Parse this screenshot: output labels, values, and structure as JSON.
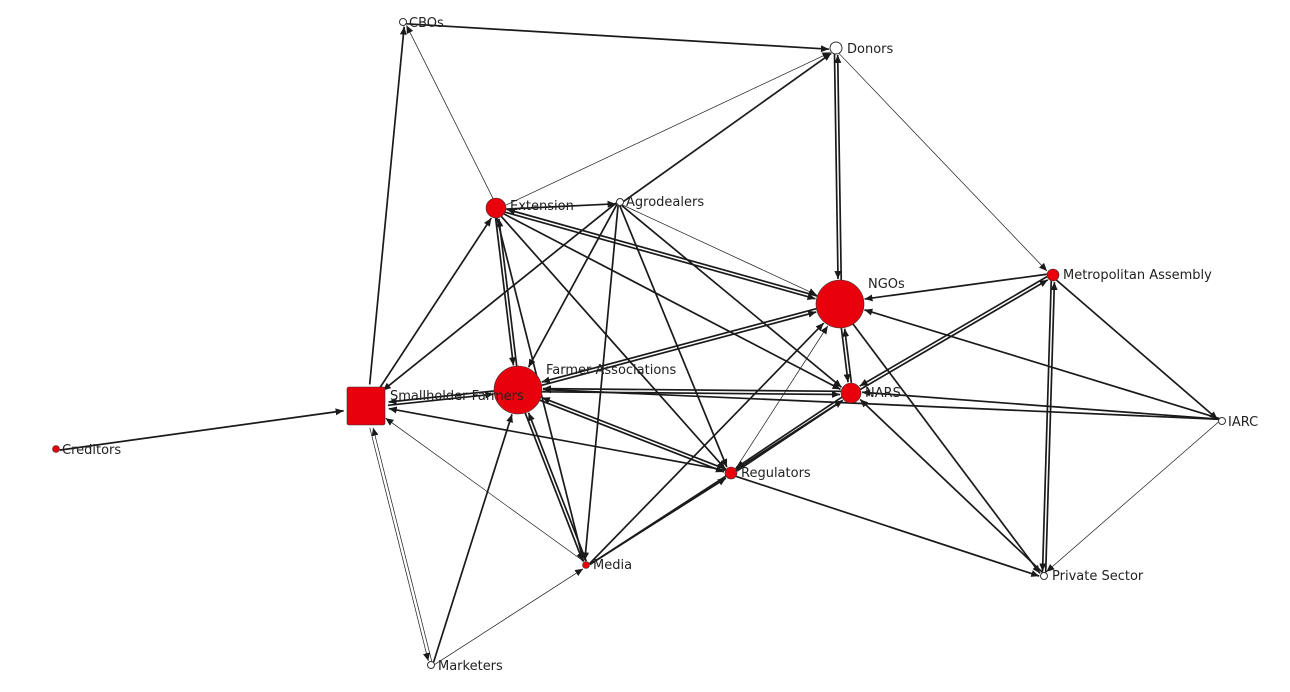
{
  "network": {
    "colors": {
      "active": "#e8000d",
      "edge": "#1a1a1a",
      "outline": "#333333",
      "hollow": "#ffffff"
    },
    "nodes": [
      {
        "id": "cbos",
        "label": "CBOs",
        "shape": "circle",
        "size": "tiny",
        "fill": "hollow"
      },
      {
        "id": "donors",
        "label": "Donors",
        "shape": "circle",
        "size": "small",
        "fill": "hollow"
      },
      {
        "id": "extension",
        "label": "Extension",
        "shape": "circle",
        "size": "medium",
        "fill": "active"
      },
      {
        "id": "agrodealers",
        "label": "Agrodealers",
        "shape": "circle",
        "size": "tiny",
        "fill": "hollow"
      },
      {
        "id": "ngos",
        "label": "NGOs",
        "shape": "circle",
        "size": "large",
        "fill": "active"
      },
      {
        "id": "metro",
        "label": "Metropolitan Assembly",
        "shape": "circle",
        "size": "small",
        "fill": "active"
      },
      {
        "id": "farmer_assoc",
        "label": "Farmer Associations",
        "shape": "circle",
        "size": "large",
        "fill": "active"
      },
      {
        "id": "smallholder",
        "label": "Smallholder Farmers",
        "shape": "square",
        "size": "large",
        "fill": "active"
      },
      {
        "id": "nars",
        "label": "NARS",
        "shape": "circle",
        "size": "medium",
        "fill": "active"
      },
      {
        "id": "creditors",
        "label": "Creditors",
        "shape": "circle",
        "size": "tiny",
        "fill": "active"
      },
      {
        "id": "iarc",
        "label": "IARC",
        "shape": "circle",
        "size": "tiny",
        "fill": "hollow"
      },
      {
        "id": "regulators",
        "label": "Regulators",
        "shape": "circle",
        "size": "small",
        "fill": "active"
      },
      {
        "id": "media",
        "label": "Media",
        "shape": "circle",
        "size": "tiny",
        "fill": "active"
      },
      {
        "id": "private",
        "label": "Private Sector",
        "shape": "circle",
        "size": "tiny",
        "fill": "hollow"
      },
      {
        "id": "marketers",
        "label": "Marketers",
        "shape": "circle",
        "size": "tiny",
        "fill": "hollow"
      }
    ],
    "edges": [
      [
        "creditors",
        "smallholder",
        "thick"
      ],
      [
        "cbos",
        "donors",
        "thick"
      ],
      [
        "extension",
        "cbos",
        "thin"
      ],
      [
        "smallholder",
        "cbos",
        "thick"
      ],
      [
        "extension",
        "donors",
        "thin"
      ],
      [
        "agrodealers",
        "donors",
        "thick"
      ],
      [
        "ngos",
        "donors",
        "thick"
      ],
      [
        "donors",
        "ngos",
        "thick"
      ],
      [
        "donors",
        "metro",
        "thin"
      ],
      [
        "extension",
        "agrodealers",
        "thick"
      ],
      [
        "extension",
        "ngos",
        "thick"
      ],
      [
        "ngos",
        "extension",
        "thick"
      ],
      [
        "extension",
        "nars",
        "thick"
      ],
      [
        "extension",
        "regulators",
        "thick"
      ],
      [
        "extension",
        "farmer_assoc",
        "thick"
      ],
      [
        "farmer_assoc",
        "extension",
        "thick"
      ],
      [
        "extension",
        "media",
        "thick"
      ],
      [
        "smallholder",
        "extension",
        "thick"
      ],
      [
        "agrodealers",
        "ngos",
        "thin"
      ],
      [
        "agrodealers",
        "nars",
        "thick"
      ],
      [
        "agrodealers",
        "regulators",
        "thick"
      ],
      [
        "agrodealers",
        "farmer_assoc",
        "thick"
      ],
      [
        "agrodealers",
        "smallholder",
        "thick"
      ],
      [
        "agrodealers",
        "media",
        "thick"
      ],
      [
        "farmer_assoc",
        "ngos",
        "thick"
      ],
      [
        "ngos",
        "farmer_assoc",
        "thick"
      ],
      [
        "ngos",
        "nars",
        "thick"
      ],
      [
        "nars",
        "ngos",
        "thick"
      ],
      [
        "metro",
        "ngos",
        "thick"
      ],
      [
        "nars",
        "metro",
        "thick"
      ],
      [
        "metro",
        "nars",
        "thick"
      ],
      [
        "iarc",
        "ngos",
        "thick"
      ],
      [
        "iarc",
        "nars",
        "thick"
      ],
      [
        "metro",
        "iarc",
        "thick"
      ],
      [
        "iarc",
        "farmer_assoc",
        "thick"
      ],
      [
        "private",
        "metro",
        "thick"
      ],
      [
        "metro",
        "private",
        "thick"
      ],
      [
        "iarc",
        "private",
        "thin"
      ],
      [
        "private",
        "nars",
        "thick"
      ],
      [
        "ngos",
        "private",
        "thick"
      ],
      [
        "regulators",
        "private",
        "thick"
      ],
      [
        "farmer_assoc",
        "nars",
        "thick"
      ],
      [
        "nars",
        "farmer_assoc",
        "thick"
      ],
      [
        "farmer_assoc",
        "smallholder",
        "thick"
      ],
      [
        "smallholder",
        "farmer_assoc",
        "thick"
      ],
      [
        "farmer_assoc",
        "regulators",
        "thick"
      ],
      [
        "regulators",
        "farmer_assoc",
        "thick"
      ],
      [
        "regulators",
        "smallholder",
        "thick"
      ],
      [
        "regulators",
        "nars",
        "thick"
      ],
      [
        "nars",
        "regulators",
        "thick"
      ],
      [
        "regulators",
        "ngos",
        "thin"
      ],
      [
        "media",
        "farmer_assoc",
        "thick"
      ],
      [
        "farmer_assoc",
        "media",
        "thick"
      ],
      [
        "media",
        "nars",
        "thick"
      ],
      [
        "media",
        "ngos",
        "thick"
      ],
      [
        "media",
        "regulators",
        "thick"
      ],
      [
        "media",
        "smallholder",
        "thin"
      ],
      [
        "marketers",
        "smallholder",
        "thin"
      ],
      [
        "smallholder",
        "marketers",
        "thin"
      ],
      [
        "marketers",
        "farmer_assoc",
        "thick"
      ],
      [
        "marketers",
        "media",
        "thin"
      ]
    ]
  }
}
